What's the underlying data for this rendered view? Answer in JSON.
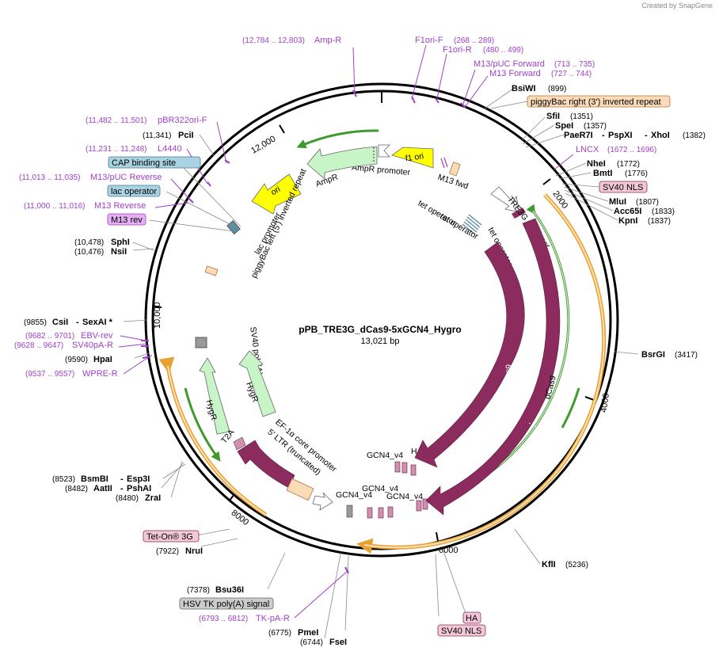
{
  "credit": "Created by SnapGene",
  "title": "pPB_TRE3G_dCas9-5xGCN4_Hygro",
  "length": "13,021 bp",
  "ticks": [
    "2000",
    "4000",
    "6000",
    "8000",
    "10,000",
    "12,000"
  ],
  "enzymes": {
    "bsiwi": {
      "name": "BsiWI",
      "pos": "(899)"
    },
    "sfii": {
      "name": "SfiI",
      "pos": "(1351)"
    },
    "spei": {
      "name": "SpeI",
      "pos": "(1357)"
    },
    "paer7i": {
      "name": "PaeR7I",
      "pos": ""
    },
    "pspxi": {
      "name": "PspXI",
      "pos": ""
    },
    "xhoi": {
      "name": "XhoI",
      "pos": "(1382)"
    },
    "nhei": {
      "name": "NheI",
      "pos": "(1772)"
    },
    "bmti": {
      "name": "BmtI",
      "pos": "(1776)"
    },
    "mlui": {
      "name": "MluI",
      "pos": "(1807)"
    },
    "acc65i": {
      "name": "Acc65I",
      "pos": "(1833)"
    },
    "kpni": {
      "name": "KpnI",
      "pos": "(1837)"
    },
    "bsrgi": {
      "name": "BsrGI",
      "pos": "(3417)"
    },
    "kfli": {
      "name": "KflI",
      "pos": "(5236)"
    },
    "fsei": {
      "name": "FseI",
      "pos": "(6744)"
    },
    "pmei": {
      "name": "PmeI",
      "pos": "(6775)"
    },
    "bsu36i": {
      "name": "Bsu36I",
      "pos": "(7378)"
    },
    "nrui": {
      "name": "NruI",
      "pos": "(7922)"
    },
    "zrai": {
      "name": "ZraI",
      "pos": "(8480)"
    },
    "aatii": {
      "name": "AatII",
      "pos": "(8482)"
    },
    "pshai": {
      "name": "PshAI",
      "pos": ""
    },
    "bsmbi": {
      "name": "BsmBI",
      "pos": "(8523)"
    },
    "esp3i": {
      "name": "Esp3I",
      "pos": ""
    },
    "hpai": {
      "name": "HpaI",
      "pos": "(9590)"
    },
    "csii": {
      "name": "CsiI",
      "pos": "(9855)"
    },
    "sexai": {
      "name": "SexAI *",
      "pos": ""
    },
    "nsii": {
      "name": "NsiI",
      "pos": "(10,476)"
    },
    "sphi": {
      "name": "SphI",
      "pos": "(10,478)"
    },
    "pcii": {
      "name": "PciI",
      "pos": "(11,341)"
    }
  },
  "primers": {
    "ampr": {
      "name": "Amp-R",
      "pos": "(12,784 .. 12,803)"
    },
    "f1orif": {
      "name": "F1ori-F",
      "pos": "(268 .. 289)"
    },
    "f1orir": {
      "name": "F1ori-R",
      "pos": "(480 .. 499)"
    },
    "m13puc": {
      "name": "M13/pUC Forward",
      "pos": "(713 .. 735)"
    },
    "m13fwd": {
      "name": "M13 Forward",
      "pos": "(727 .. 744)"
    },
    "lncx": {
      "name": "LNCX",
      "pos": "(1672 .. 1696)"
    },
    "pbr322": {
      "name": "pBR322ori-F",
      "pos": "(11,482 .. 11,501)"
    },
    "l4440": {
      "name": "L4440",
      "pos": "(11,231 .. 11,248)"
    },
    "m13pucrev": {
      "name": "M13/pUC Reverse",
      "pos": "(11,013 .. 11,035)"
    },
    "m13rev": {
      "name": "M13 Reverse",
      "pos": "(11,000 .. 11,016)"
    },
    "ebvrev": {
      "name": "EBV-rev",
      "pos": "(9682 .. 9701)"
    },
    "sv40par": {
      "name": "SV40pA-R",
      "pos": "(9628 .. 9647)"
    },
    "wprer": {
      "name": "WPRE-R",
      "pos": "(9537 .. 9557)"
    },
    "tkpar": {
      "name": "TK-pA-R",
      "pos": "(6793 .. 6812)"
    }
  },
  "feature_boxes": {
    "piggybac_right": "piggyBac right (3′) inverted repeat",
    "sv40nls_top": "SV40 NLS",
    "cap": "CAP binding site",
    "lacop": "lac operator",
    "m13rev_box": "M13 rev",
    "teton": "Tet-On® 3G",
    "hsvtk": "HSV TK poly(A) signal",
    "ha_bottom": "HA",
    "sv40nls_bottom": "SV40 NLS"
  },
  "feature_labels": {
    "ampr": "AmpR",
    "ampr_promoter": "AmpR promoter",
    "f1ori": "f1 ori",
    "m13fwd": "M13 fwd",
    "ori": "ori",
    "lac_promoter": "lac promoter",
    "piggybac_left": "piggyBac left (5′) inverted repeat",
    "sv40polya": "SV40 poly(A) signal",
    "hygr1": "HygR",
    "hygr2": "HygR",
    "t2a": "T2A",
    "ef1a": "EF-1α core promoter",
    "ltr": "5′ LTR (truncated)",
    "tre3g": "TRE3G promoter",
    "tetop1": "tet operator",
    "tetop2": "tet operator",
    "tetop3": "tet operator",
    "cas9": "Cas9",
    "dcas9": "dCas9",
    "gcn4_1": "GCN4_v4",
    "gcn4_2": "GCN4_v4",
    "gcn4_3": "GCN4_v4",
    "gcn4_4": "GCN4_v4",
    "ha": "HA"
  },
  "colors": {
    "primer": "#a040c8",
    "backbone": "#000000",
    "ampr": "#c8f5c8",
    "f1ori": "#ffff00",
    "cas9": "#8b2b5e",
    "orange": "#f2b35a",
    "green": "#3f9a2d",
    "tan": "#fcdcb8",
    "cap_box": "#a9d3e3",
    "pink_box": "#f2c8d6",
    "hsv_box": "#cccccc",
    "m13_box": "#e4b0f0"
  }
}
